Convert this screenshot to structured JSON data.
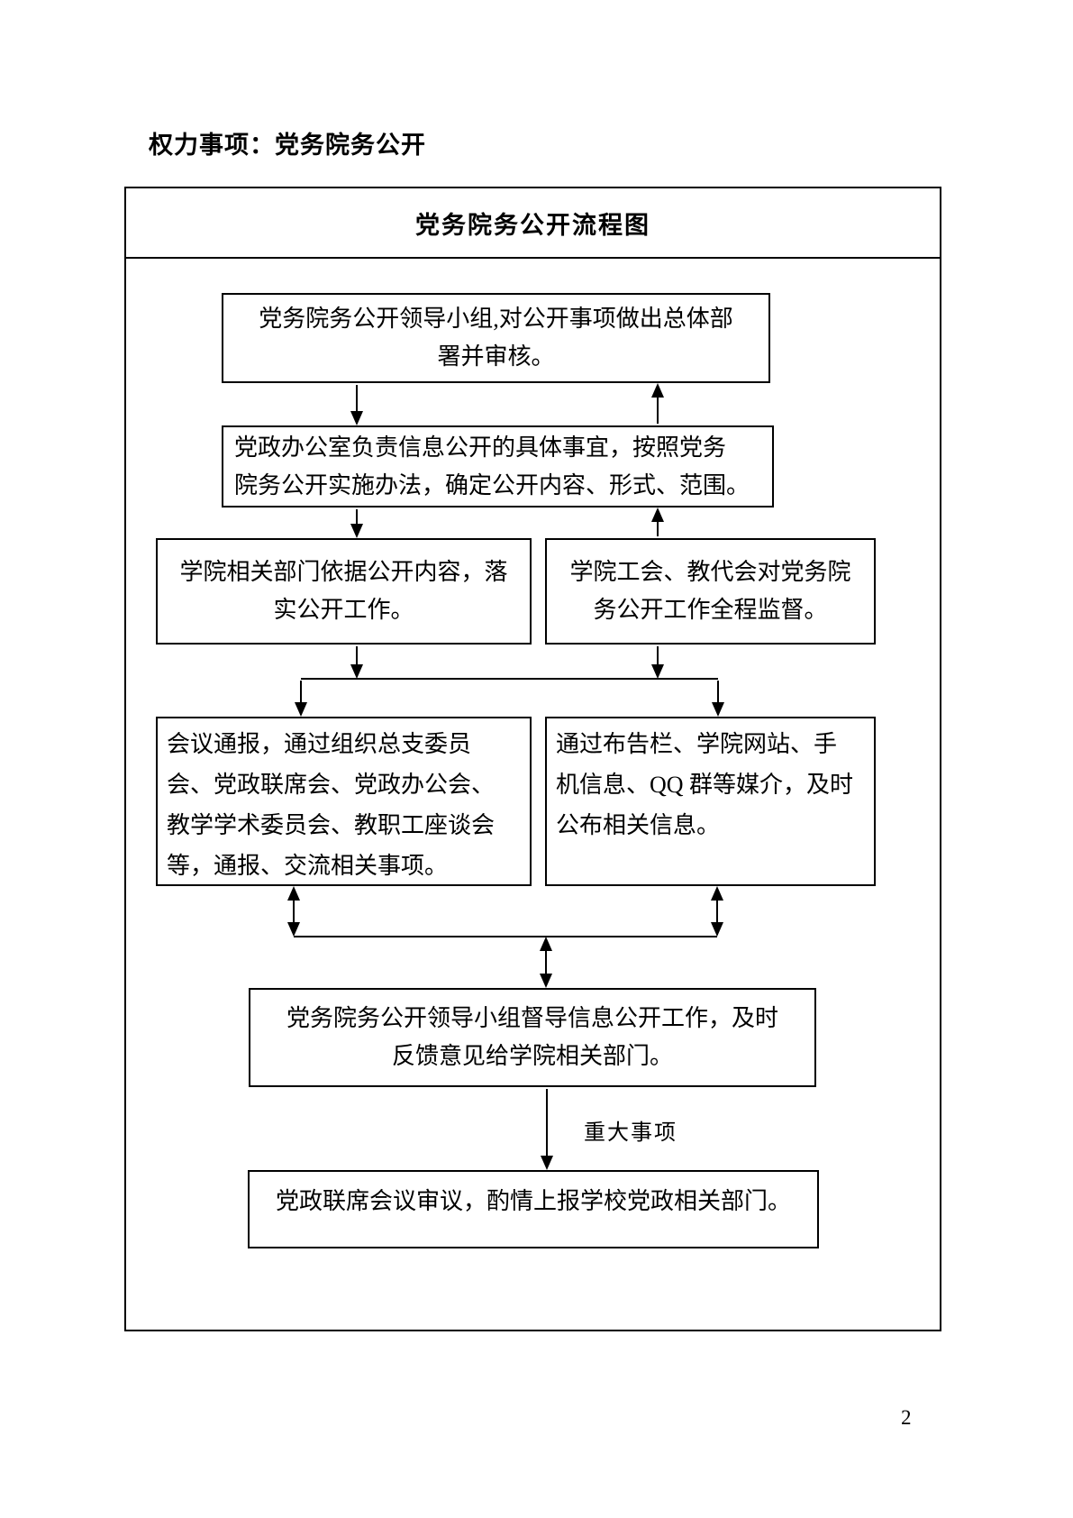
{
  "page": {
    "heading": "权力事项：党务院务公开",
    "page_number": "2"
  },
  "flowchart": {
    "title": "党务院务公开流程图",
    "branch_label": "重大事项",
    "colors": {
      "line": "#000000",
      "background": "#ffffff",
      "text": "#000000"
    },
    "boxes": [
      {
        "id": "leading-group",
        "text": "党务院务公开领导小组,对公开事项做出总体部\n署并审核。"
      },
      {
        "id": "party-gov-office",
        "text": "党政办公室负责信息公开的具体事宜，按照党务\n院务公开实施办法，确定公开内容、形式、范围。"
      },
      {
        "id": "related-departments",
        "text": "学院相关部门依据公开内容，落\n实公开工作。"
      },
      {
        "id": "union-supervision",
        "text": "学院工会、教代会对党务院\n务公开工作全程监督。"
      },
      {
        "id": "meeting-report",
        "text": "会议通报，通过组织总支委员\n会、党政联席会、党政办公会、\n教学学术委员会、教职工座谈会\n等，通报、交流相关事项。"
      },
      {
        "id": "media-publish",
        "text": "通过布告栏、学院网站、手\n机信息、QQ 群等媒介，及时\n公布相关信息。"
      },
      {
        "id": "supervise-feedback",
        "text": "党务院务公开领导小组督导信息公开工作，及时\n反馈意见给学院相关部门。"
      },
      {
        "id": "joint-meeting-review",
        "text": "党政联席会议审议，酌情上报学校党政相关部门。"
      }
    ]
  }
}
